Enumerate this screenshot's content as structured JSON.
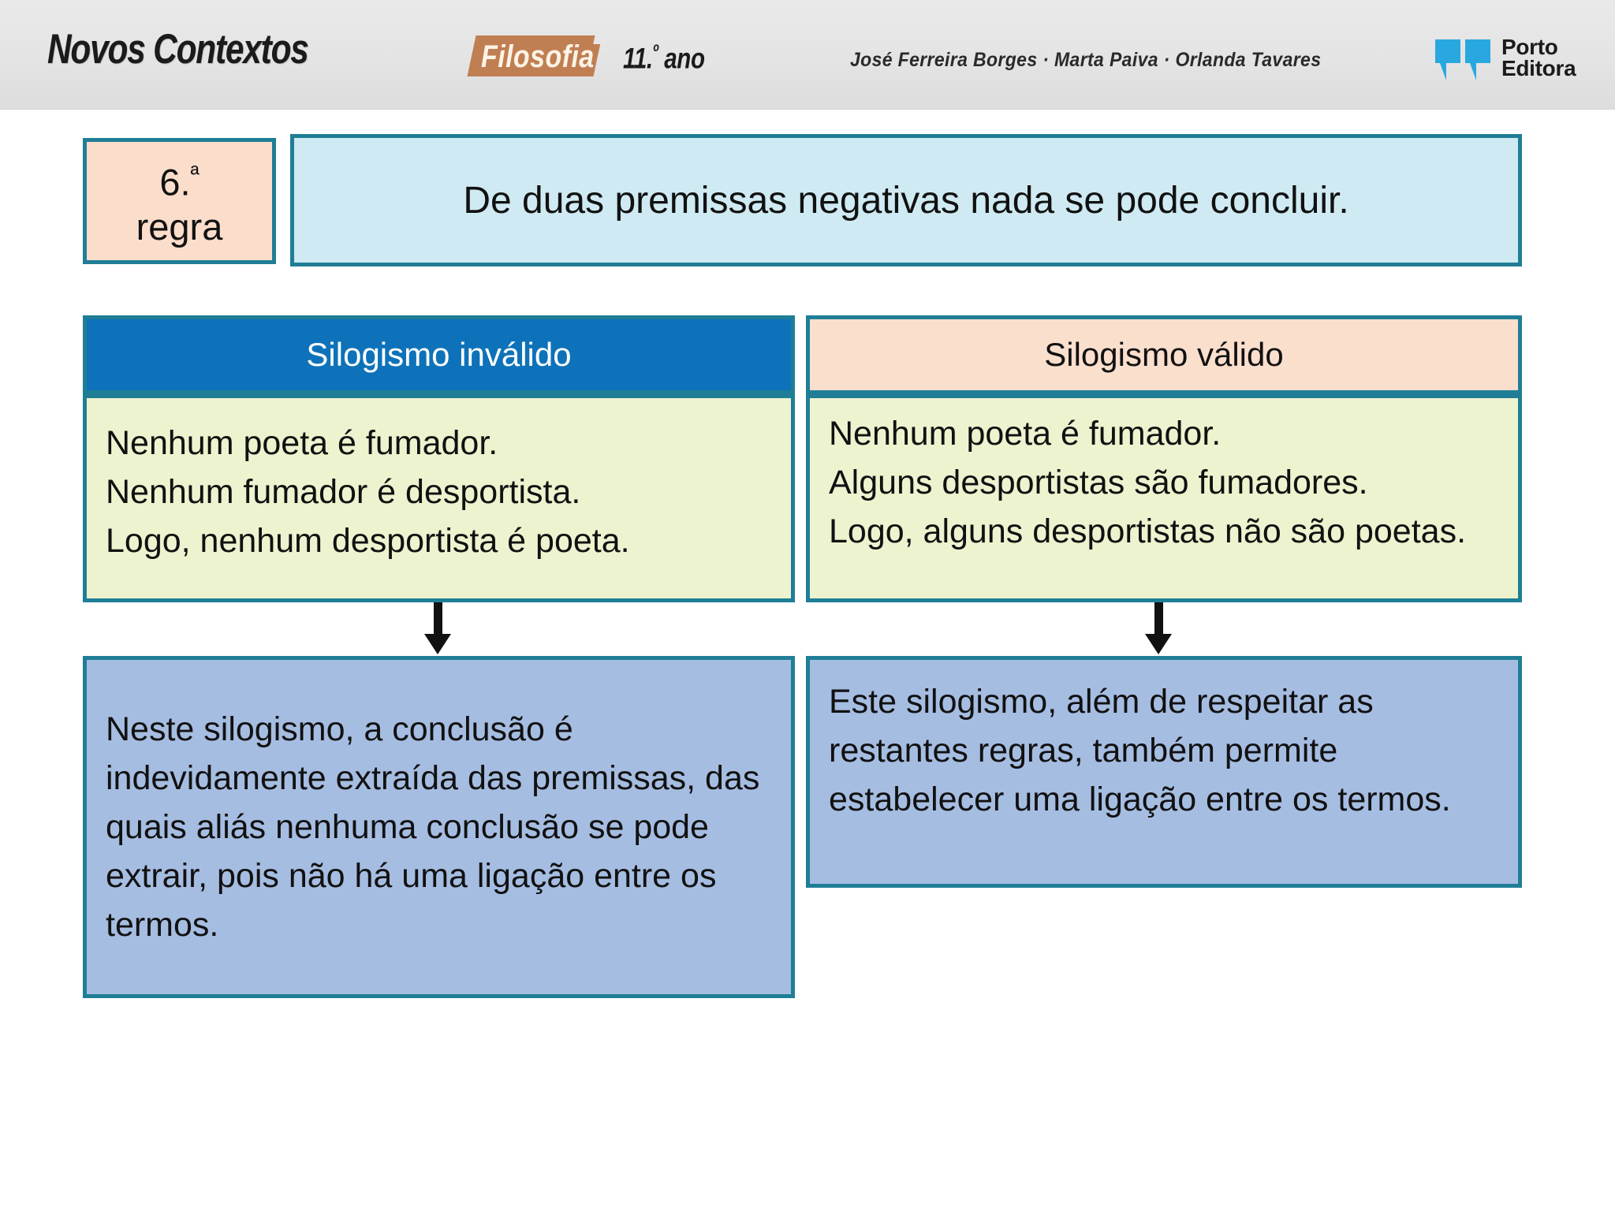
{
  "header": {
    "brand": "Novos Contextos",
    "subject": "Filosofia",
    "year_number": "11.",
    "year_ordinal": "º",
    "year_suffix": " ano",
    "authors": "José Ferreira Borges · Marta Paiva · Orlanda Tavares",
    "publisher_line1": "Porto",
    "publisher_line2": "Editora",
    "colors": {
      "bar_background": "#e7e7e7",
      "subject_badge": "#c07f52",
      "publisher_mark": "#29a8e0"
    }
  },
  "rule": {
    "number": "6.",
    "number_ordinal": "ª",
    "number_label": "regra",
    "statement": "De duas premissas negativas nada se pode concluir."
  },
  "columns": [
    {
      "id": "invalid",
      "header": "Silogismo inválido",
      "header_background": "#0d72b9",
      "header_text_color": "#ffffff",
      "premises": [
        "Nenhum poeta é fumador.",
        "Nenhum fumador é desportista.",
        "Logo, nenhum desportista é poeta."
      ],
      "explanation": "Neste silogismo, a conclusão é indevidamente extraída das premissas, das quais aliás nenhuma conclusão se pode extrair, pois não há uma ligação entre os termos."
    },
    {
      "id": "valid",
      "header": "Silogismo válido",
      "header_background": "#fbdfcd",
      "header_text_color": "#111111",
      "premises": [
        "Nenhum poeta é fumador.",
        "Alguns desportistas são fumadores.",
        "Logo, alguns desportistas não são poetas."
      ],
      "explanation": "Este silogismo, além de respeitar as restantes regras, também permite estabelecer uma ligação  entre os termos."
    }
  ],
  "palette": {
    "border_teal": "#1f7e96",
    "rule_number_bg": "#fbddcb",
    "rule_statement_bg": "#cfeaf2",
    "premise_bg": "#edf3cf",
    "explanation_bg": "#a6bde2",
    "arrow": "#111111"
  }
}
